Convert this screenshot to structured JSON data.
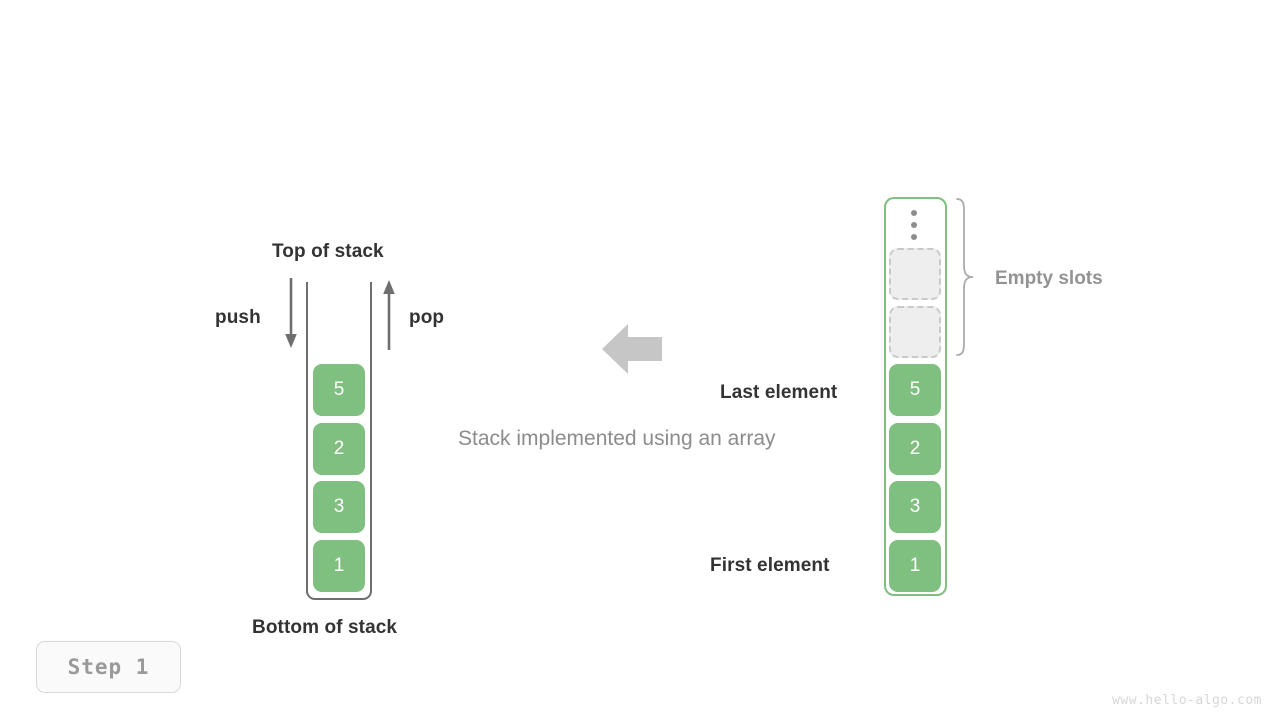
{
  "diagram": {
    "caption": "Stack implemented using an array",
    "step_badge": "Step 1",
    "watermark": "www.hello-algo.com",
    "colors": {
      "element_fill": "#7fbf7f",
      "element_text": "#ffffff",
      "empty_slot_fill": "#eeeeee",
      "empty_slot_border": "#c9c9c9",
      "container_border": "#7fbf7f",
      "wall_stroke": "#6e6e6e",
      "label_dark": "#333333",
      "label_gray": "#939393",
      "arrow_gray": "#c6c6c6"
    }
  },
  "left_stack": {
    "top_label": "Top of stack",
    "bottom_label": "Bottom of stack",
    "push_label": "push",
    "pop_label": "pop",
    "elements": [
      {
        "value": "5"
      },
      {
        "value": "2"
      },
      {
        "value": "3"
      },
      {
        "value": "1"
      }
    ]
  },
  "transform_arrow": {
    "direction": "left",
    "icon": "arrow-left-icon"
  },
  "right_array": {
    "empty_slots_label": "Empty slots",
    "last_element_label": "Last element",
    "first_element_label": "First element",
    "overflow_icon": "vertical-ellipsis-icon",
    "slots": [
      {
        "type": "ellipsis",
        "value": ""
      },
      {
        "type": "empty",
        "value": ""
      },
      {
        "type": "empty",
        "value": ""
      },
      {
        "type": "filled",
        "value": "5"
      },
      {
        "type": "filled",
        "value": "2"
      },
      {
        "type": "filled",
        "value": "3"
      },
      {
        "type": "filled",
        "value": "1"
      }
    ]
  }
}
